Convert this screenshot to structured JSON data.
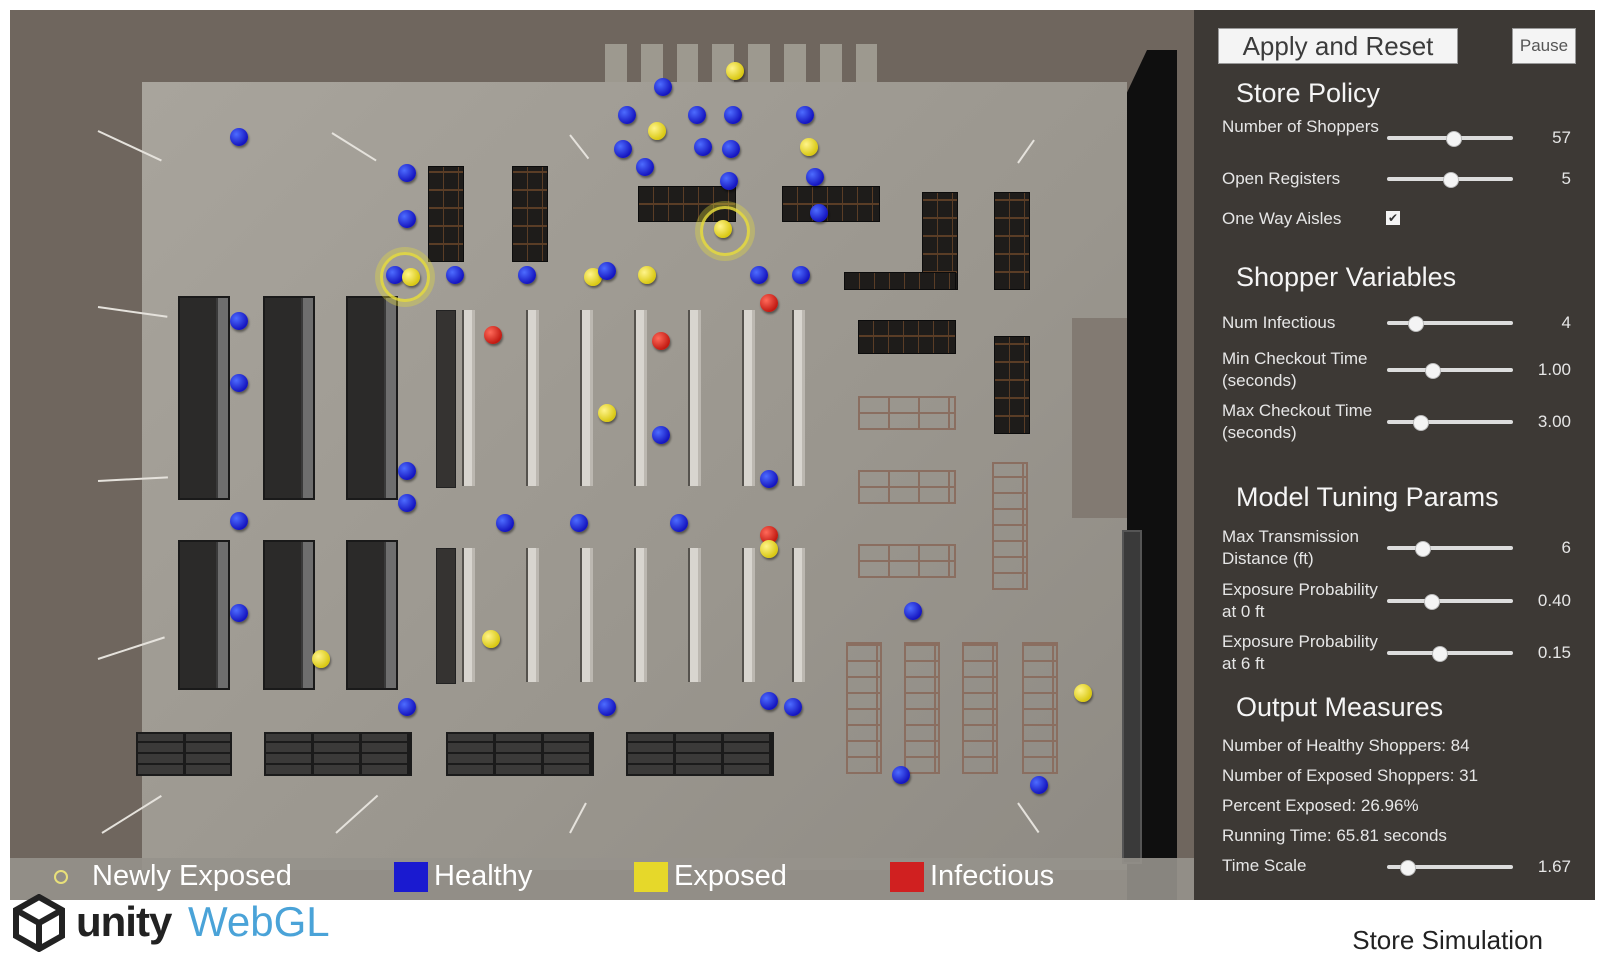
{
  "panel": {
    "apply_label": "Apply and Reset",
    "pause_label": "Pause",
    "store_policy": {
      "title": "Store Policy",
      "shoppers_label": "Number of Shoppers",
      "shoppers_value": "57",
      "shoppers_fraction": 0.52,
      "registers_label": "Open Registers",
      "registers_value": "5",
      "registers_fraction": 0.5,
      "one_way_label": "One Way Aisles",
      "one_way_checked": "✔"
    },
    "shopper_vars": {
      "title": "Shopper Variables",
      "infectious_label": "Num Infectious",
      "infectious_value": "4",
      "infectious_fraction": 0.22,
      "min_checkout_label": "Min Checkout Time (seconds)",
      "min_checkout_value": "1.00",
      "min_checkout_fraction": 0.36,
      "max_checkout_label": "Max Checkout Time (seconds)",
      "max_checkout_value": "3.00",
      "max_checkout_fraction": 0.26
    },
    "model_tuning": {
      "title": "Model Tuning Params",
      "distance_label": "Max Transmission Distance (ft)",
      "distance_value": "6",
      "distance_fraction": 0.28,
      "prob0_label": "Exposure Probability at 0 ft",
      "prob0_value": "0.40",
      "prob0_fraction": 0.35,
      "prob6_label": "Exposure Probability at 6 ft",
      "prob6_value": "0.15",
      "prob6_fraction": 0.41
    },
    "output": {
      "title": "Output Measures",
      "healthy": "Number of Healthy Shoppers: 84",
      "exposed": "Number of Exposed Shoppers: 31",
      "percent": "Percent Exposed: 26.96%",
      "running": "Running Time: 65.81 seconds",
      "time_scale_label": "Time Scale",
      "time_scale_value": "1.67",
      "time_scale_fraction": 0.16
    }
  },
  "legend": {
    "newly_exposed": "Newly Exposed",
    "healthy": "Healthy",
    "exposed": "Exposed",
    "infectious": "Infectious"
  },
  "colors": {
    "healthy": "#1a1ad0",
    "exposed": "#e6d82a",
    "infectious": "#d02020",
    "newly_exposed_ring": "#e8e07a"
  },
  "footer": {
    "brand": "unity",
    "brand_suffix": "WebGL",
    "title": "Store Simulation"
  }
}
